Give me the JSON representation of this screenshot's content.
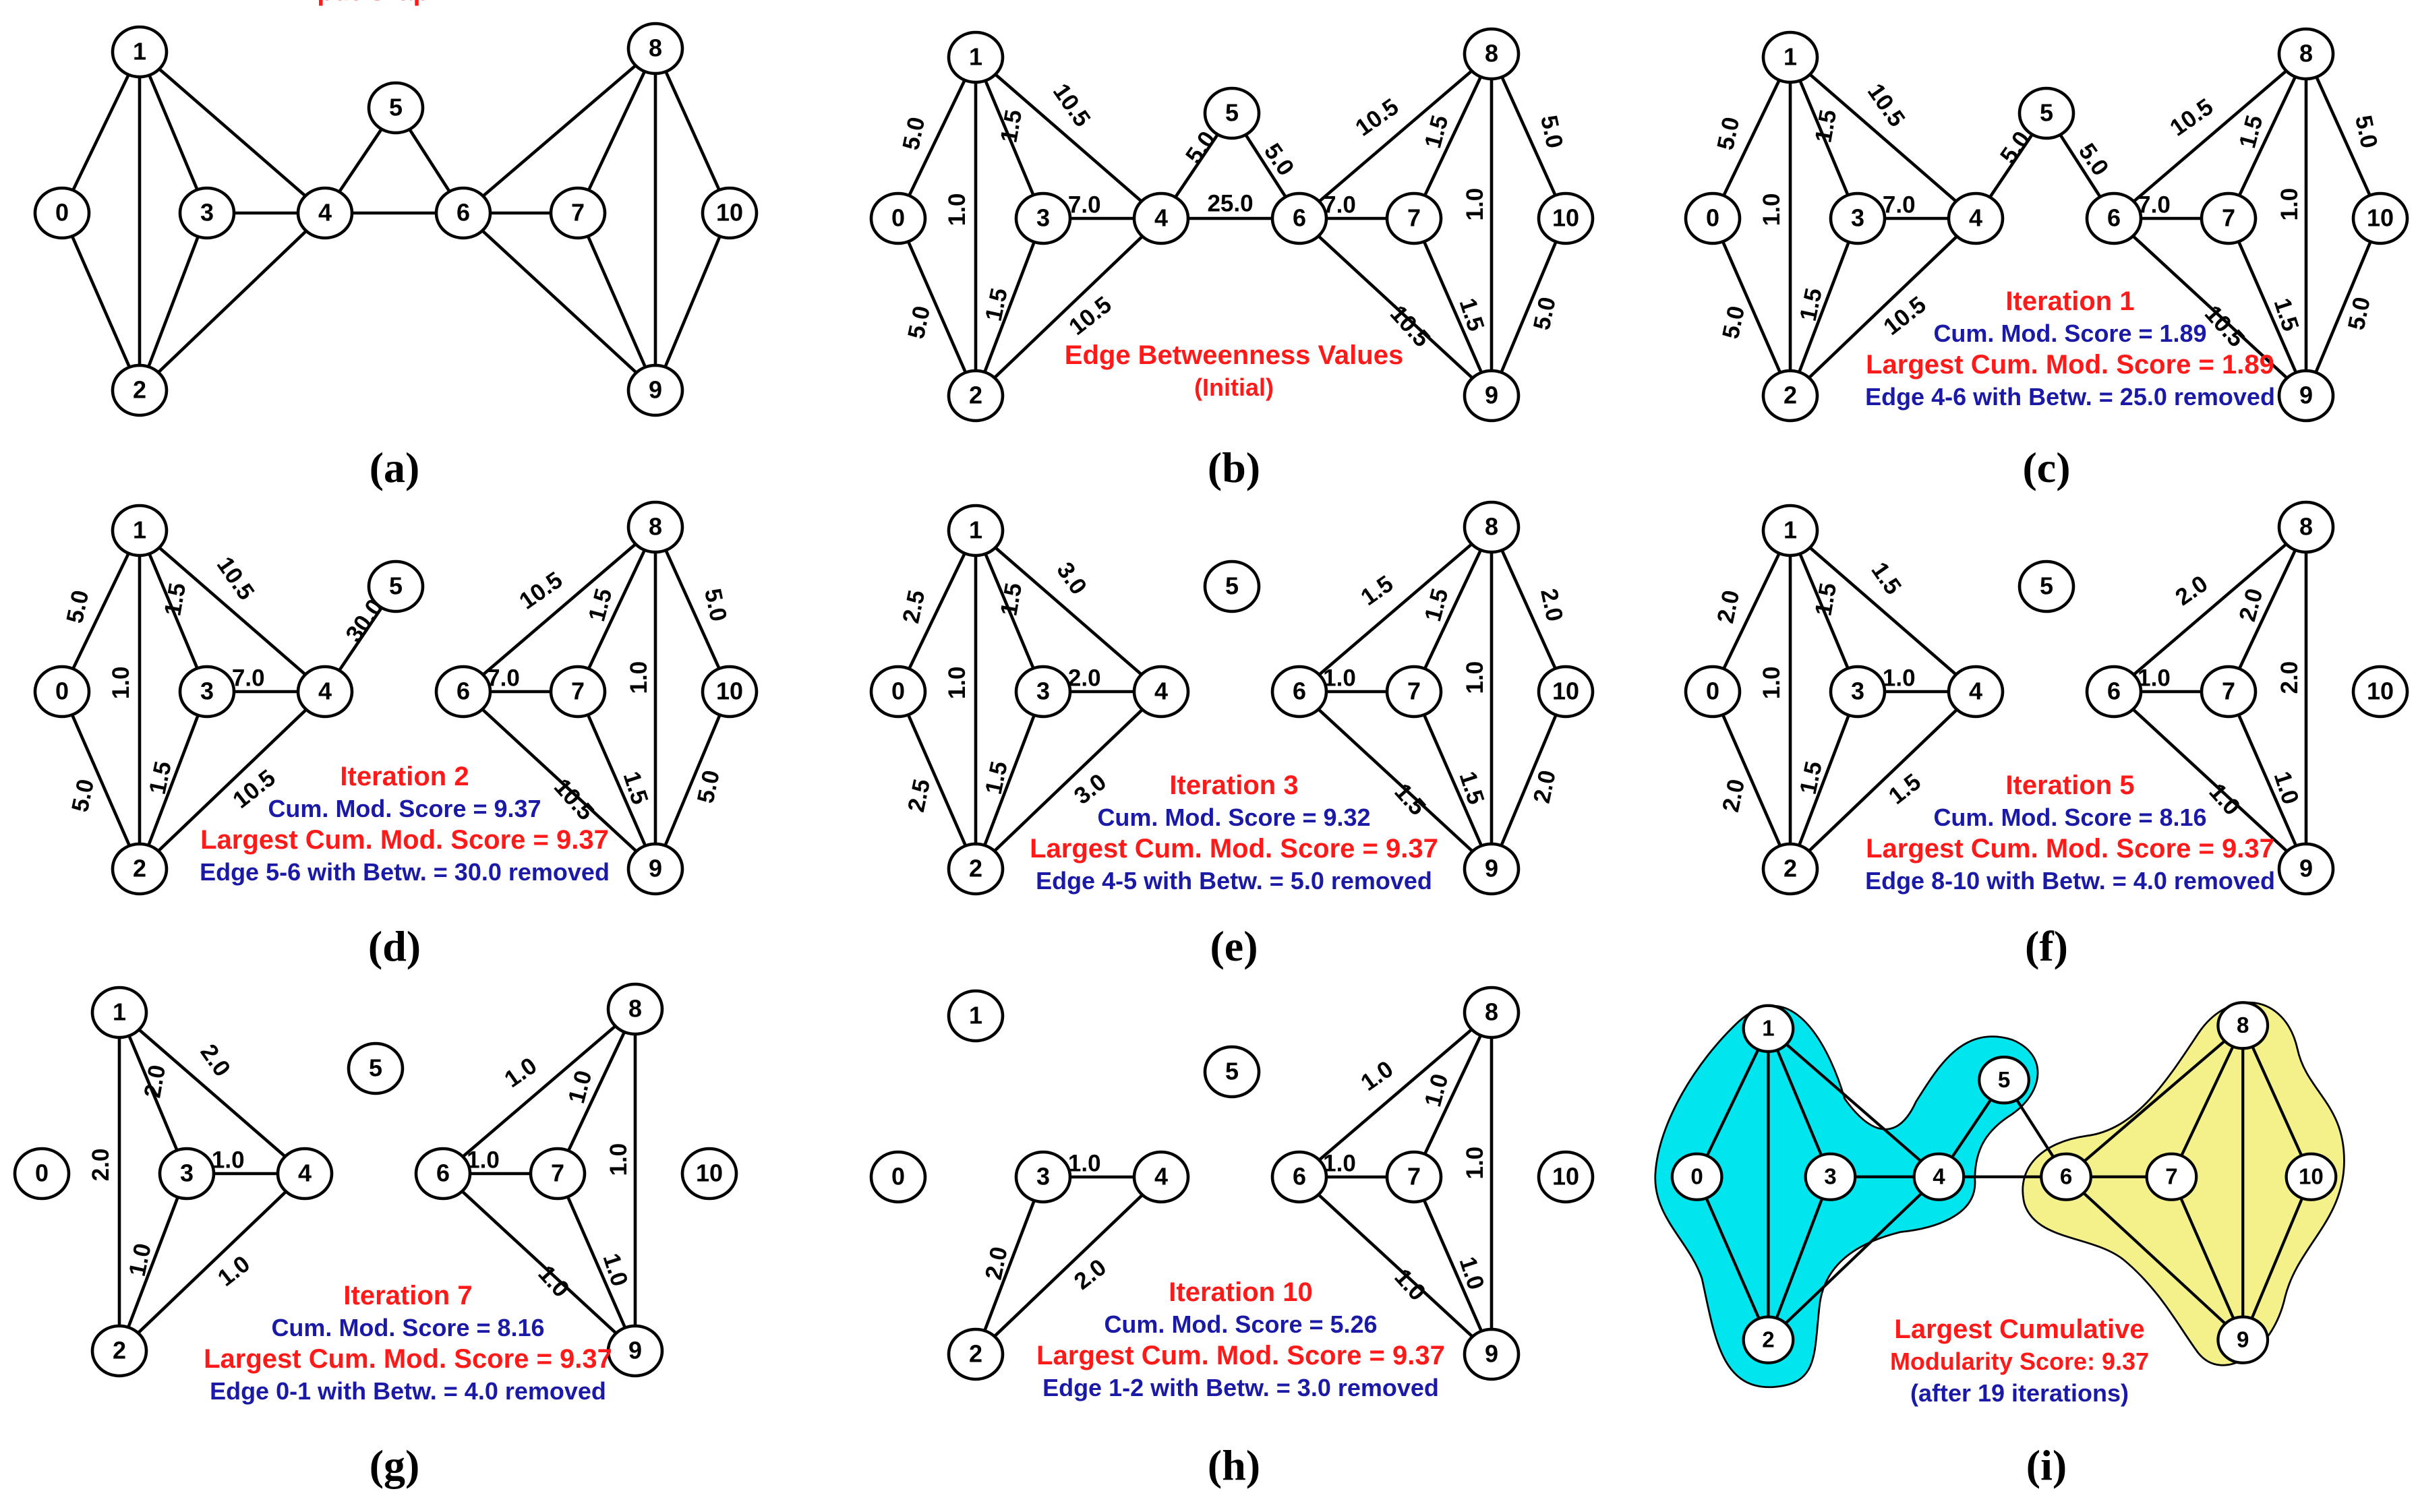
{
  "colors": {
    "red": "#ff1a1a",
    "blue": "#1a1aa6",
    "cyan": "#00e5ee",
    "yellow": "#f4f08a"
  },
  "panels": [
    {
      "letter": "(a)",
      "edges": [
        [
          "0",
          "1"
        ],
        [
          "0",
          "2"
        ],
        [
          "1",
          "2"
        ],
        [
          "1",
          "3"
        ],
        [
          "1",
          "4"
        ],
        [
          "2",
          "3"
        ],
        [
          "2",
          "4"
        ],
        [
          "3",
          "4"
        ],
        [
          "4",
          "5"
        ],
        [
          "4",
          "6"
        ],
        [
          "5",
          "6"
        ],
        [
          "6",
          "7"
        ],
        [
          "6",
          "8"
        ],
        [
          "6",
          "9"
        ],
        [
          "7",
          "8"
        ],
        [
          "7",
          "9"
        ],
        [
          "8",
          "9"
        ],
        [
          "8",
          "10"
        ],
        [
          "9",
          "10"
        ]
      ],
      "weights": [],
      "captions": [
        {
          "text": "Input Graph",
          "color": "red"
        }
      ]
    },
    {
      "letter": "(b)",
      "edges": [
        [
          "0",
          "1"
        ],
        [
          "0",
          "2"
        ],
        [
          "1",
          "2"
        ],
        [
          "1",
          "3"
        ],
        [
          "1",
          "4"
        ],
        [
          "2",
          "3"
        ],
        [
          "2",
          "4"
        ],
        [
          "3",
          "4"
        ],
        [
          "4",
          "5"
        ],
        [
          "4",
          "6"
        ],
        [
          "5",
          "6"
        ],
        [
          "6",
          "7"
        ],
        [
          "6",
          "8"
        ],
        [
          "6",
          "9"
        ],
        [
          "7",
          "8"
        ],
        [
          "7",
          "9"
        ],
        [
          "8",
          "9"
        ],
        [
          "8",
          "10"
        ],
        [
          "9",
          "10"
        ]
      ],
      "weights": [
        "5.0",
        "5.0",
        "1.0",
        "1.5",
        "10.5",
        "1.5",
        "10.5",
        "7.0",
        "5.0",
        "25.0",
        "5.0",
        "7.0",
        "10.5",
        "10.5",
        "1.5",
        "1.5",
        "1.0",
        "5.0",
        "5.0"
      ],
      "captions": [
        {
          "text": "Edge Betweenness Values",
          "color": "red"
        },
        {
          "text": "(Initial)",
          "color": "red"
        }
      ]
    },
    {
      "letter": "(c)",
      "edges": [
        [
          "0",
          "1"
        ],
        [
          "0",
          "2"
        ],
        [
          "1",
          "2"
        ],
        [
          "1",
          "3"
        ],
        [
          "1",
          "4"
        ],
        [
          "2",
          "3"
        ],
        [
          "2",
          "4"
        ],
        [
          "3",
          "4"
        ],
        [
          "4",
          "5"
        ],
        [
          "5",
          "6"
        ],
        [
          "6",
          "7"
        ],
        [
          "6",
          "8"
        ],
        [
          "6",
          "9"
        ],
        [
          "7",
          "8"
        ],
        [
          "7",
          "9"
        ],
        [
          "8",
          "9"
        ],
        [
          "8",
          "10"
        ],
        [
          "9",
          "10"
        ]
      ],
      "weights": [
        "5.0",
        "5.0",
        "1.0",
        "1.5",
        "10.5",
        "1.5",
        "10.5",
        "7.0",
        "5.0",
        "5.0",
        "7.0",
        "10.5",
        "10.5",
        "1.5",
        "1.5",
        "1.0",
        "5.0",
        "5.0"
      ],
      "captions": [
        {
          "text": "Iteration 1",
          "color": "red"
        },
        {
          "text": "Cum. Mod. Score = 1.89",
          "color": "blue"
        },
        {
          "text": "Largest Cum. Mod. Score = 1.89",
          "color": "red"
        },
        {
          "text": "Edge 4-6 with Betw. = 25.0 removed",
          "color": "blue"
        }
      ]
    },
    {
      "letter": "(d)",
      "edges": [
        [
          "0",
          "1"
        ],
        [
          "0",
          "2"
        ],
        [
          "1",
          "2"
        ],
        [
          "1",
          "3"
        ],
        [
          "1",
          "4"
        ],
        [
          "2",
          "3"
        ],
        [
          "2",
          "4"
        ],
        [
          "3",
          "4"
        ],
        [
          "4",
          "5"
        ],
        [
          "6",
          "7"
        ],
        [
          "6",
          "8"
        ],
        [
          "6",
          "9"
        ],
        [
          "7",
          "8"
        ],
        [
          "7",
          "9"
        ],
        [
          "8",
          "9"
        ],
        [
          "8",
          "10"
        ],
        [
          "9",
          "10"
        ]
      ],
      "weights": [
        "5.0",
        "5.0",
        "1.0",
        "1.5",
        "10.5",
        "1.5",
        "10.5",
        "7.0",
        "30.0",
        "7.0",
        "10.5",
        "10.5",
        "1.5",
        "1.5",
        "1.0",
        "5.0",
        "5.0"
      ],
      "captions": [
        {
          "text": "Iteration 2",
          "color": "red"
        },
        {
          "text": "Cum. Mod. Score = 9.37",
          "color": "blue"
        },
        {
          "text": "Largest Cum. Mod. Score = 9.37",
          "color": "red"
        },
        {
          "text": "Edge 5-6 with Betw. = 30.0 removed",
          "color": "blue"
        }
      ]
    },
    {
      "letter": "(e)",
      "edges": [
        [
          "0",
          "1"
        ],
        [
          "0",
          "2"
        ],
        [
          "1",
          "2"
        ],
        [
          "1",
          "3"
        ],
        [
          "1",
          "4"
        ],
        [
          "2",
          "3"
        ],
        [
          "2",
          "4"
        ],
        [
          "3",
          "4"
        ],
        [
          "6",
          "7"
        ],
        [
          "6",
          "8"
        ],
        [
          "6",
          "9"
        ],
        [
          "7",
          "8"
        ],
        [
          "7",
          "9"
        ],
        [
          "8",
          "9"
        ],
        [
          "8",
          "10"
        ],
        [
          "9",
          "10"
        ]
      ],
      "weights": [
        "2.5",
        "2.5",
        "1.0",
        "1.5",
        "3.0",
        "1.5",
        "3.0",
        "2.0",
        "1.0",
        "1.5",
        "1.5",
        "1.5",
        "1.5",
        "1.0",
        "2.0",
        "2.0"
      ],
      "captions": [
        {
          "text": "Iteration 3",
          "color": "red"
        },
        {
          "text": "Cum. Mod. Score = 9.32",
          "color": "blue"
        },
        {
          "text": "Largest Cum. Mod. Score = 9.37",
          "color": "red"
        },
        {
          "text": "Edge 4-5 with Betw. = 5.0 removed",
          "color": "blue"
        }
      ]
    },
    {
      "letter": "(f)",
      "edges": [
        [
          "0",
          "1"
        ],
        [
          "0",
          "2"
        ],
        [
          "1",
          "2"
        ],
        [
          "1",
          "3"
        ],
        [
          "1",
          "4"
        ],
        [
          "2",
          "3"
        ],
        [
          "2",
          "4"
        ],
        [
          "3",
          "4"
        ],
        [
          "6",
          "7"
        ],
        [
          "6",
          "8"
        ],
        [
          "6",
          "9"
        ],
        [
          "7",
          "8"
        ],
        [
          "7",
          "9"
        ],
        [
          "8",
          "9"
        ]
      ],
      "weights": [
        "2.0",
        "2.0",
        "1.0",
        "1.5",
        "1.5",
        "1.5",
        "1.5",
        "1.0",
        "1.0",
        "2.0",
        "1.0",
        "2.0",
        "1.0",
        "2.0"
      ],
      "captions": [
        {
          "text": "Iteration 5",
          "color": "red"
        },
        {
          "text": "Cum. Mod. Score = 8.16",
          "color": "blue"
        },
        {
          "text": "Largest Cum. Mod. Score = 9.37",
          "color": "red"
        },
        {
          "text": "Edge 8-10 with Betw. = 4.0 removed",
          "color": "blue"
        }
      ]
    },
    {
      "letter": "(g)",
      "edges": [
        [
          "1",
          "2"
        ],
        [
          "1",
          "3"
        ],
        [
          "1",
          "4"
        ],
        [
          "2",
          "3"
        ],
        [
          "2",
          "4"
        ],
        [
          "3",
          "4"
        ],
        [
          "6",
          "7"
        ],
        [
          "6",
          "8"
        ],
        [
          "6",
          "9"
        ],
        [
          "7",
          "8"
        ],
        [
          "7",
          "9"
        ],
        [
          "8",
          "9"
        ]
      ],
      "weights": [
        "2.0",
        "2.0",
        "2.0",
        "1.0",
        "1.0",
        "1.0",
        "1.0",
        "1.0",
        "1.0",
        "1.0",
        "1.0",
        "1.0"
      ],
      "captions": [
        {
          "text": "Iteration 7",
          "color": "red"
        },
        {
          "text": "Cum. Mod. Score = 8.16",
          "color": "blue"
        },
        {
          "text": "Largest Cum. Mod. Score = 9.37",
          "color": "red"
        },
        {
          "text": "Edge 0-1 with Betw. = 4.0 removed",
          "color": "blue"
        }
      ]
    },
    {
      "letter": "(h)",
      "edges": [
        [
          "2",
          "3"
        ],
        [
          "2",
          "4"
        ],
        [
          "3",
          "4"
        ],
        [
          "6",
          "7"
        ],
        [
          "6",
          "8"
        ],
        [
          "6",
          "9"
        ],
        [
          "7",
          "8"
        ],
        [
          "7",
          "9"
        ],
        [
          "8",
          "9"
        ]
      ],
      "weights": [
        "2.0",
        "2.0",
        "1.0",
        "1.0",
        "1.0",
        "1.0",
        "1.0",
        "1.0",
        "1.0"
      ],
      "captions": [
        {
          "text": "Iteration 10",
          "color": "red"
        },
        {
          "text": "Cum. Mod. Score = 5.26",
          "color": "blue"
        },
        {
          "text": "Largest Cum. Mod. Score = 9.37",
          "color": "red"
        },
        {
          "text": "Edge 1-2 with Betw. = 3.0 removed",
          "color": "blue"
        }
      ]
    },
    {
      "letter": "(i)",
      "edges": [
        [
          "0",
          "1"
        ],
        [
          "0",
          "2"
        ],
        [
          "1",
          "2"
        ],
        [
          "1",
          "3"
        ],
        [
          "1",
          "4"
        ],
        [
          "2",
          "3"
        ],
        [
          "2",
          "4"
        ],
        [
          "3",
          "4"
        ],
        [
          "4",
          "5"
        ],
        [
          "4",
          "6"
        ],
        [
          "5",
          "6"
        ],
        [
          "6",
          "7"
        ],
        [
          "6",
          "8"
        ],
        [
          "6",
          "9"
        ],
        [
          "7",
          "8"
        ],
        [
          "7",
          "9"
        ],
        [
          "8",
          "9"
        ],
        [
          "8",
          "10"
        ],
        [
          "9",
          "10"
        ]
      ],
      "weights": [],
      "communities": [
        [
          "0",
          "1",
          "2",
          "3",
          "4",
          "5"
        ],
        [
          "6",
          "7",
          "8",
          "9",
          "10"
        ]
      ],
      "captions": [
        {
          "text": "Largest Cumulative",
          "color": "red"
        },
        {
          "text": "Modularity Score: 9.37",
          "color": "red"
        },
        {
          "text": "(after 19 iterations)",
          "color": "blue"
        }
      ]
    }
  ]
}
